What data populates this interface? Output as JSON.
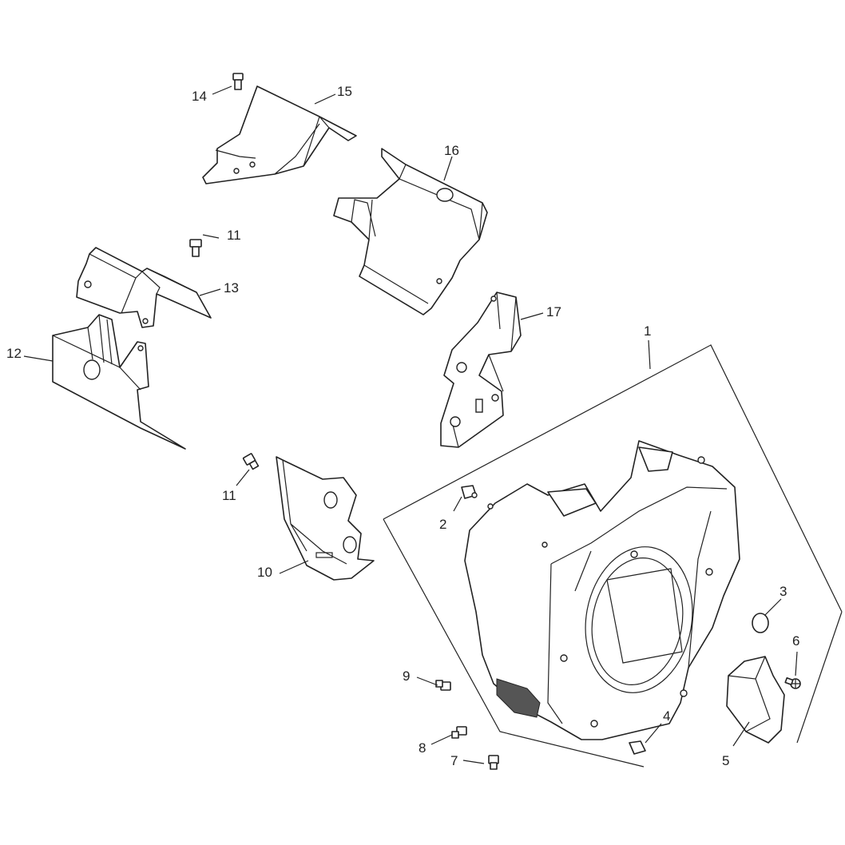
{
  "parts": [
    {
      "key": "p1",
      "number": "1"
    },
    {
      "key": "p2",
      "number": "2"
    },
    {
      "key": "p3",
      "number": "3"
    },
    {
      "key": "p4",
      "number": "4"
    },
    {
      "key": "p5",
      "number": "5"
    },
    {
      "key": "p6",
      "number": "6"
    },
    {
      "key": "p7",
      "number": "7"
    },
    {
      "key": "p8",
      "number": "8"
    },
    {
      "key": "p9",
      "number": "9"
    },
    {
      "key": "p10",
      "number": "10"
    },
    {
      "key": "p11a",
      "number": "11"
    },
    {
      "key": "p11b",
      "number": "11"
    },
    {
      "key": "p12",
      "number": "12"
    },
    {
      "key": "p13",
      "number": "13"
    },
    {
      "key": "p14",
      "number": "14"
    },
    {
      "key": "p15",
      "number": "15"
    },
    {
      "key": "p16",
      "number": "16"
    },
    {
      "key": "p17",
      "number": "17"
    }
  ]
}
